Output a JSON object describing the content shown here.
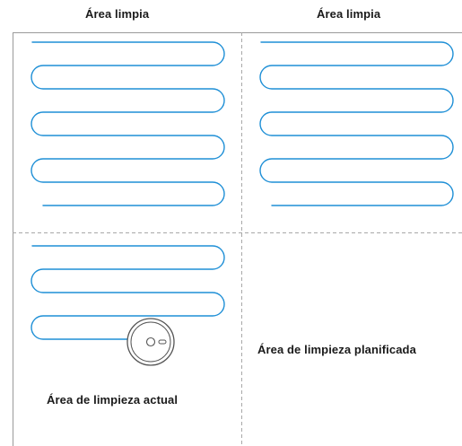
{
  "labels": {
    "top_left": "Área limpia",
    "top_right": "Área limpia",
    "current_area": "Área de limpieza actual",
    "planned_area": "Área de limpieza planificada"
  },
  "colors": {
    "path": "#1e8fd6",
    "grid_border": "#9a9a9a",
    "divider": "#a8a8a8",
    "robot_outline": "#555555"
  },
  "icons": {
    "robot": "robot-vacuum-icon"
  }
}
